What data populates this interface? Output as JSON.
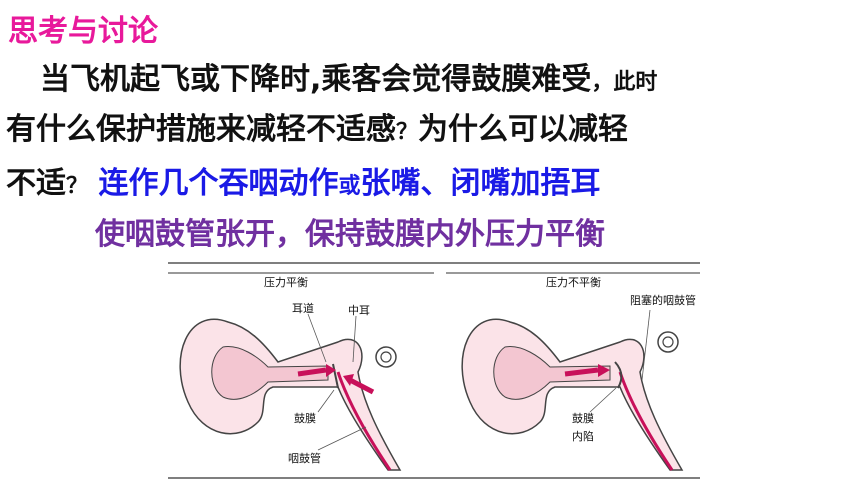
{
  "heading": "思考与讨论",
  "question": {
    "line1_main": "当飞机起飞或下降时,乘客会觉得鼓膜难受",
    "line1_small": "，此时",
    "line2_main": "有什么保护措施来减轻不适感",
    "line2_small": "？",
    "line2_tail": "为什么可以减轻",
    "line3_main": "不适",
    "line3_small": "？"
  },
  "answer": {
    "part1": "连作几个吞咽动作",
    "part2": "或",
    "part3": "张嘴、闭嘴加捂耳",
    "line2": "使咽鼓管张开，保持鼓膜内外压力平衡"
  },
  "diagram": {
    "left": {
      "title": "压力平衡",
      "label_canal": "耳道",
      "label_middle": "中耳",
      "label_drum": "鼓膜",
      "label_tube": "咽鼓管"
    },
    "right": {
      "title": "压力不平衡",
      "label_blocked": "阻塞的咽鼓管",
      "label_drum": "鼓膜",
      "label_sunk": "内陷"
    },
    "colors": {
      "arrow": "#c8105a",
      "skin": "#f3c6d1",
      "outline": "#444444"
    }
  }
}
